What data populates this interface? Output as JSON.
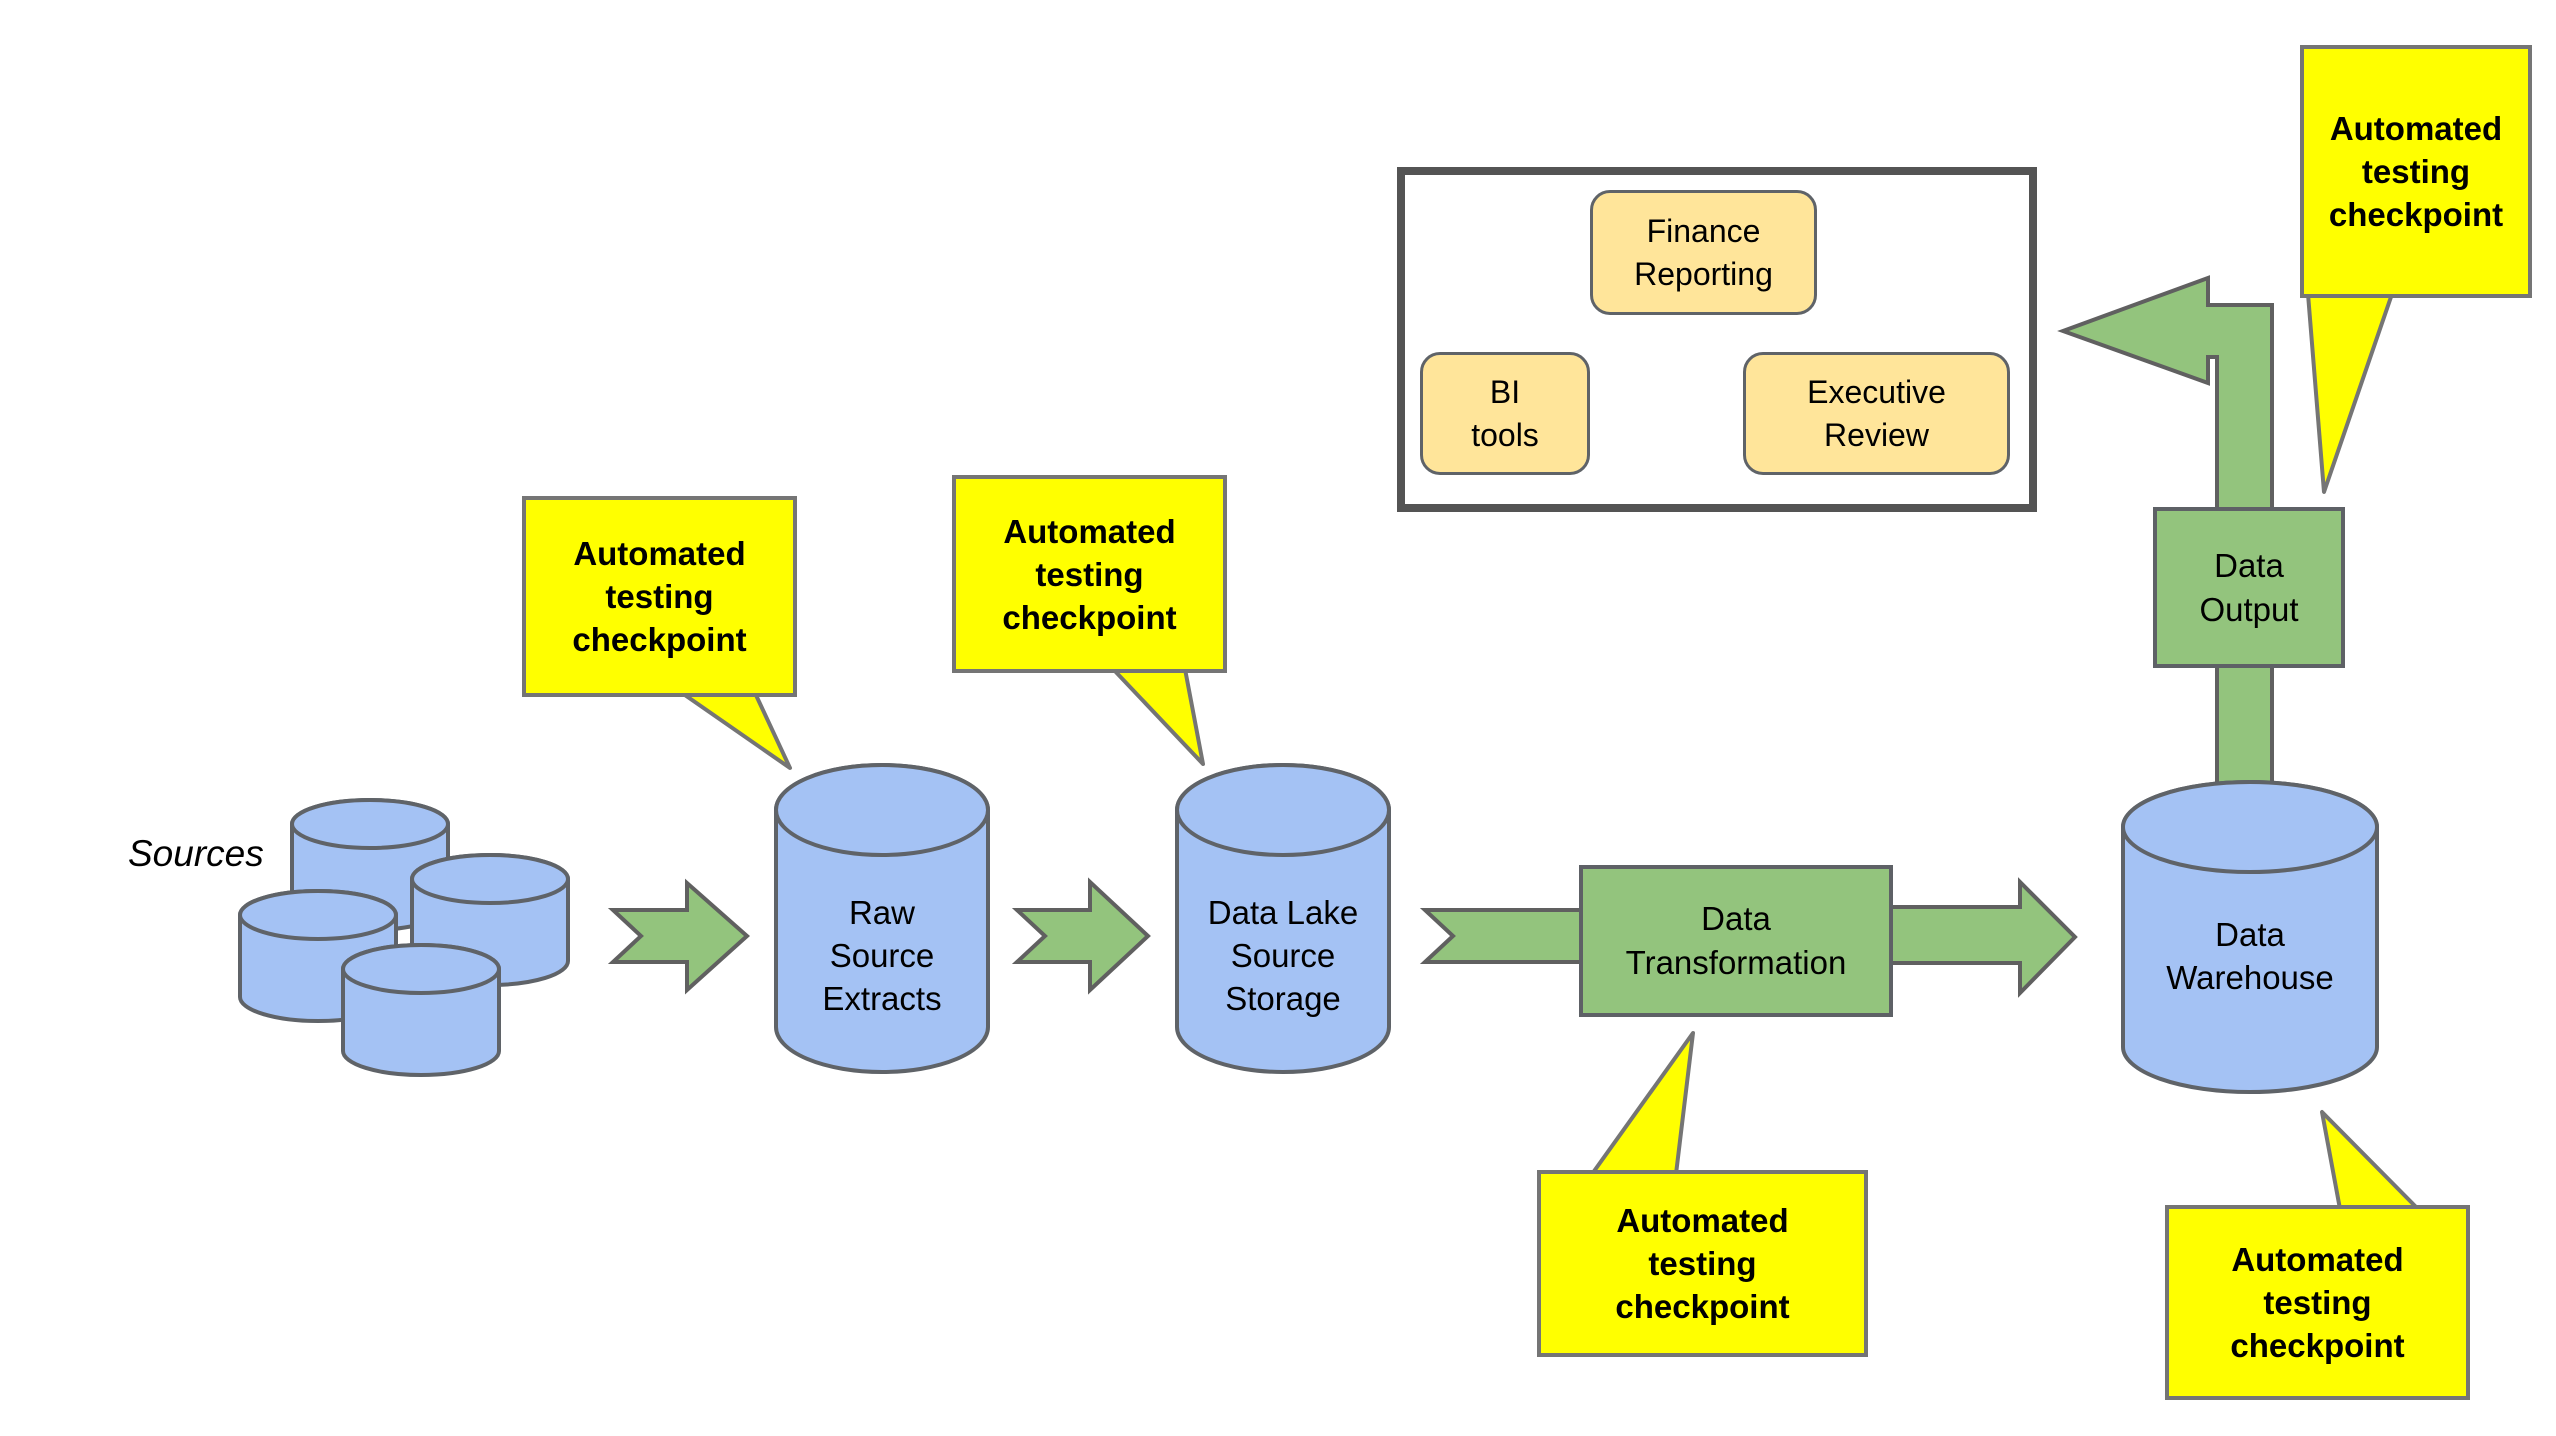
{
  "diagram": {
    "sources_label": "Sources",
    "nodes": {
      "raw_source_extracts": {
        "label": "Raw\nSource\nExtracts",
        "shape": "cylinder"
      },
      "data_lake_source_storage": {
        "label": "Data Lake\nSource\nStorage",
        "shape": "cylinder"
      },
      "data_transformation": {
        "label": "Data\nTransformation",
        "shape": "process-box"
      },
      "data_warehouse": {
        "label": "Data\nWarehouse",
        "shape": "cylinder"
      },
      "data_output": {
        "label": "Data\nOutput",
        "shape": "process-box"
      }
    },
    "consumers": {
      "finance_reporting": {
        "label": "Finance\nReporting"
      },
      "bi_tools": {
        "label": "BI\ntools"
      },
      "executive_review": {
        "label": "Executive\nReview"
      }
    },
    "callouts": {
      "label": "Automated\ntesting\ncheckpoint",
      "count": 5
    },
    "colors": {
      "cylinder_fill": "#a4c2f4",
      "process_fill": "#93c47d",
      "arrow_fill": "#93c47d",
      "callout_fill": "#ffff00",
      "consumer_chip_fill": "#ffe59a",
      "shape_outline": "#5f6368",
      "consumer_box_border": "#545454"
    }
  }
}
